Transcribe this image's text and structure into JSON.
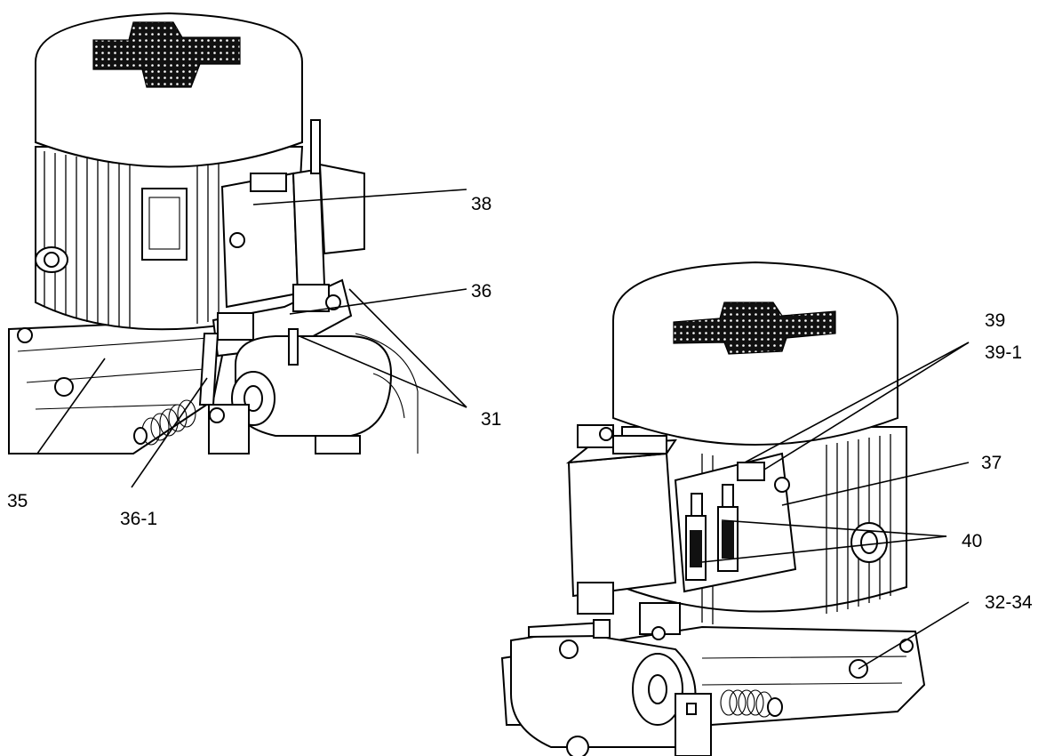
{
  "drawing": {
    "left_view": {
      "callouts": [
        {
          "id": "c38",
          "text": "38"
        },
        {
          "id": "c36",
          "text": "36"
        },
        {
          "id": "c31",
          "text": "31"
        },
        {
          "id": "c35",
          "text": "35"
        },
        {
          "id": "c36-1",
          "text": "36-1"
        }
      ]
    },
    "right_view": {
      "callouts": [
        {
          "id": "c39",
          "text": "39"
        },
        {
          "id": "c39-1",
          "text": "39-1"
        },
        {
          "id": "c37",
          "text": "37"
        },
        {
          "id": "c40",
          "text": "40"
        },
        {
          "id": "c32-34",
          "text": "32-34"
        }
      ]
    }
  }
}
